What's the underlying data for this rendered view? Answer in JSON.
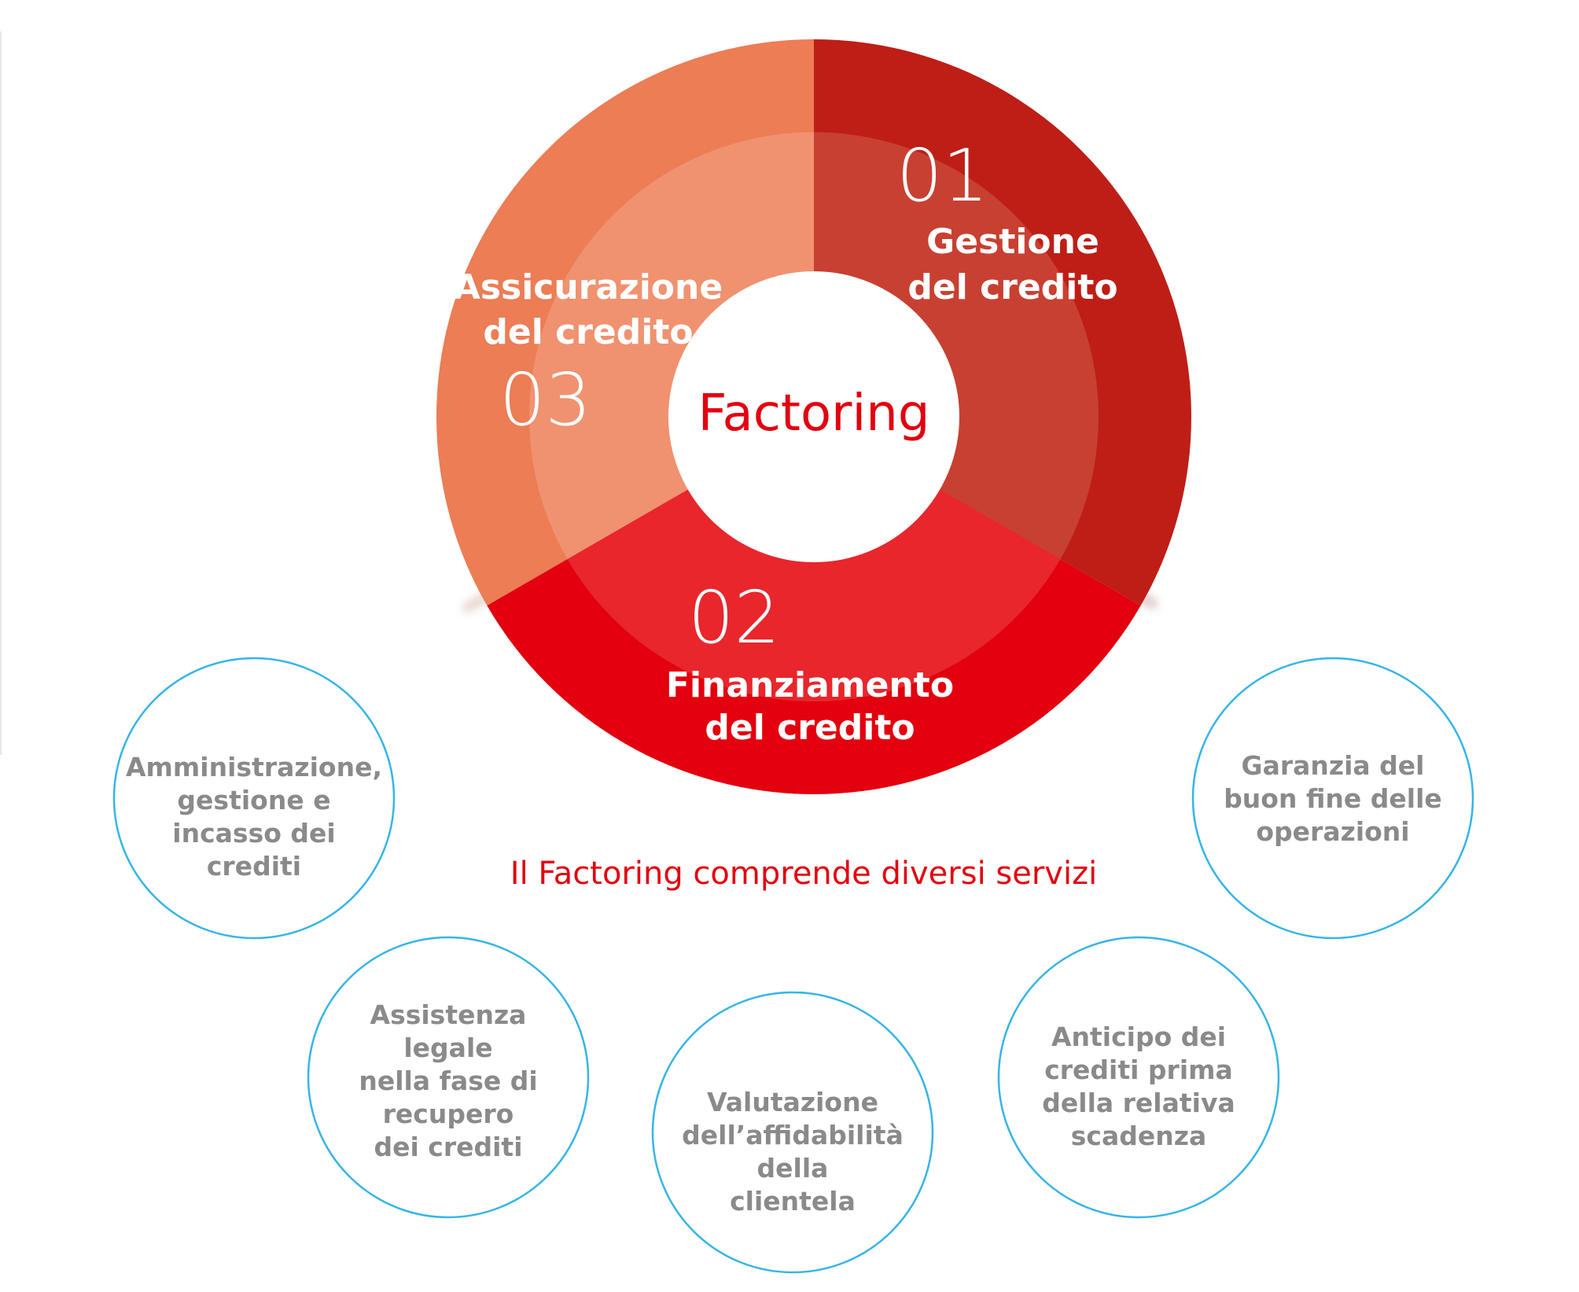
{
  "center": {
    "label": "Factoring"
  },
  "segments": [
    {
      "number": "01",
      "lines": [
        "Gestione",
        "del credito"
      ]
    },
    {
      "number": "02",
      "lines": [
        "Finanziamento",
        "del credito"
      ]
    },
    {
      "number": "03",
      "lines": [
        "Assicurazione",
        "del credito"
      ]
    }
  ],
  "subtitle": "Il Factoring comprende diversi servizi",
  "services": [
    {
      "lines": [
        "Amministrazione,",
        "gestione e",
        "incasso dei",
        "crediti"
      ]
    },
    {
      "lines": [
        "Assistenza",
        "legale",
        "nella fase di",
        "recupero",
        "dei crediti"
      ]
    },
    {
      "lines": [
        "Valutazione",
        "dell’affidabilità",
        "della",
        "clientela"
      ]
    },
    {
      "lines": [
        "Anticipo dei",
        "crediti prima",
        "della relativa",
        "scadenza"
      ]
    },
    {
      "lines": [
        "Garanzia del",
        "buon fine delle",
        "operazioni"
      ]
    }
  ],
  "colors": {
    "seg01_outer": "#be1e16",
    "seg01_inner": "#c84032",
    "seg02_outer": "#e3000f",
    "seg02_inner": "#e8262c",
    "seg03_outer": "#ec7d55",
    "seg03_inner": "#f09270",
    "accent": "#e3000f",
    "service_border": "#36b5e6",
    "service_text": "#8a8a8a"
  }
}
